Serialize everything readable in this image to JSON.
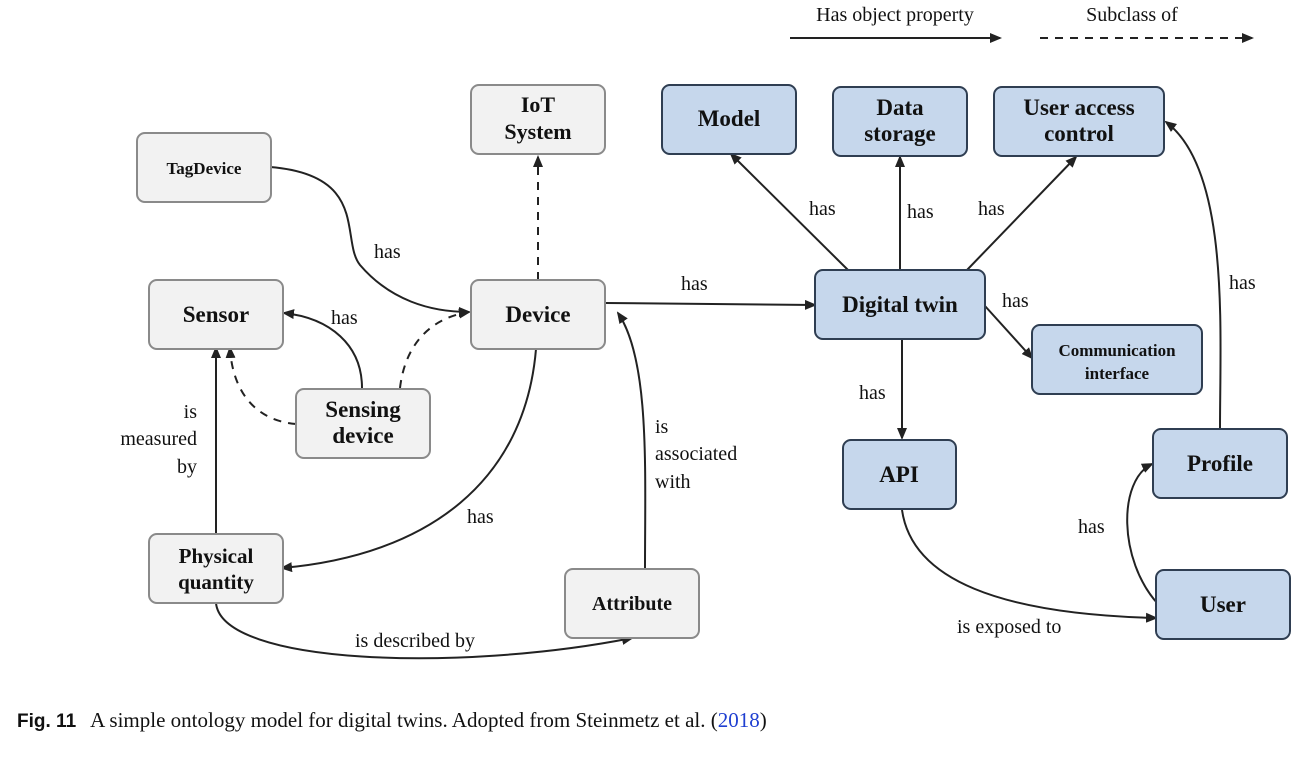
{
  "legend": {
    "object_property": "Has object property",
    "subclass": "Subclass of"
  },
  "nodes": {
    "iot_system": [
      "IoT",
      "System"
    ],
    "tag_device": [
      "TagDevice"
    ],
    "sensor": [
      "Sensor"
    ],
    "device": [
      "Device"
    ],
    "sensing_device": [
      "Sensing",
      "device"
    ],
    "physical_quantity": [
      "Physical",
      "quantity"
    ],
    "attribute": [
      "Attribute"
    ],
    "model": [
      "Model"
    ],
    "data_storage": [
      "Data",
      "storage"
    ],
    "user_access_control": [
      "User access",
      "control"
    ],
    "digital_twin": [
      "Digital twin"
    ],
    "communication_interface": [
      "Communication",
      "interface"
    ],
    "api": [
      "API"
    ],
    "profile": [
      "Profile"
    ],
    "user": [
      "User"
    ]
  },
  "edge_labels": {
    "tagdevice_has": "has",
    "sensing_has_sensor": "has",
    "device_has_dt": "has",
    "is_measured_by": [
      "is",
      "measured",
      "by"
    ],
    "device_has_pq": "has",
    "is_associated_with": [
      "is",
      "associated",
      "with"
    ],
    "is_described_by": "is described by",
    "dt_has_model": "has",
    "dt_has_storage": "has",
    "dt_has_uac": "has",
    "dt_has_comm": "has",
    "dt_has_api": "has",
    "profile_has_uac": "has",
    "user_has_profile": "has",
    "is_exposed_to": "is exposed to"
  },
  "caption": {
    "fig_label": "Fig. 11",
    "text": "A simple ontology model for digital twins. Adopted from Steinmetz et al. (",
    "ref": "2018",
    "close": ")"
  },
  "colors": {
    "gray_fill": "#f2f2f2",
    "blue_fill": "#c6d7ec",
    "link": "#1f3fd1"
  }
}
